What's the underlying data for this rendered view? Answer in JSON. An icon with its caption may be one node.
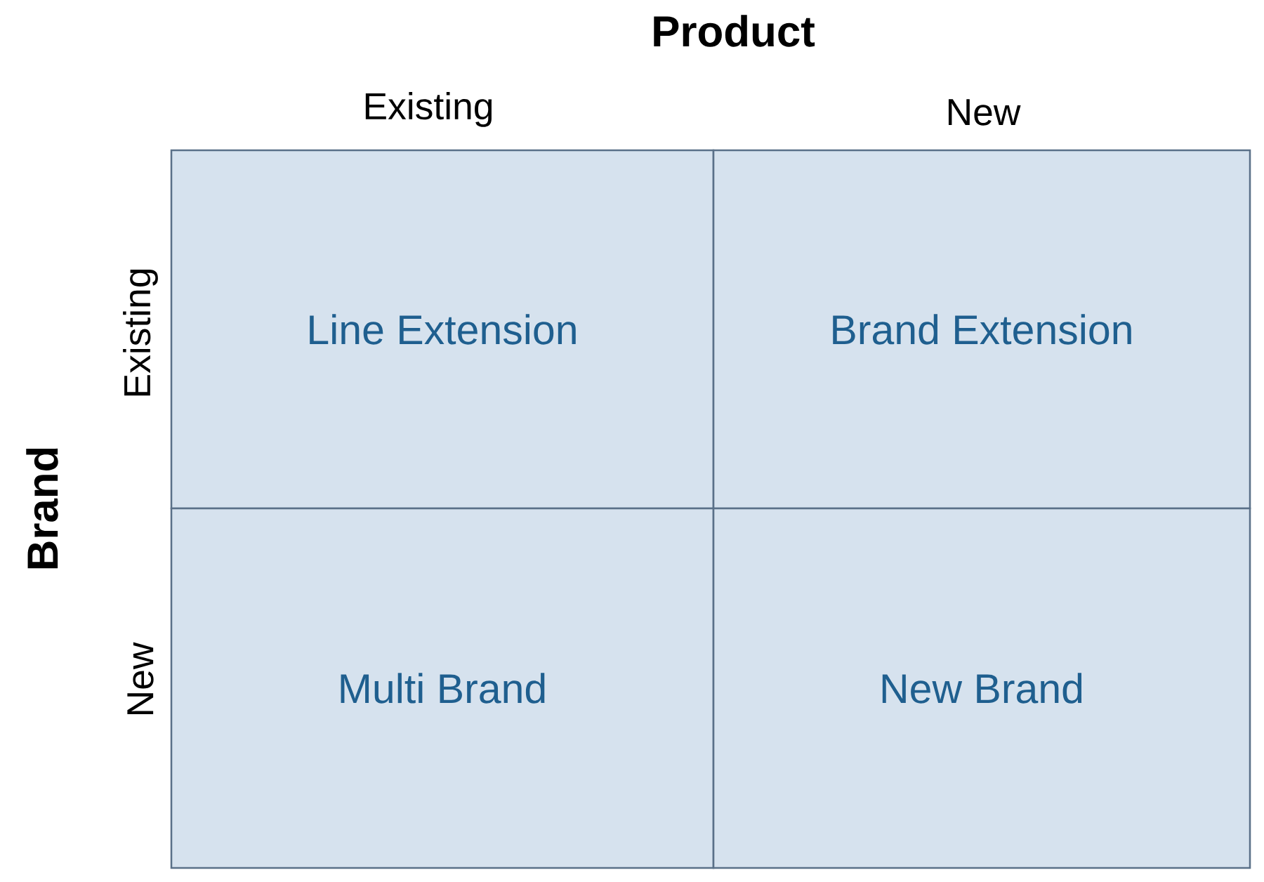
{
  "diagram": {
    "nodes": [
      {
        "text": [
          "Line Extension"
        ]
      },
      {
        "text": [
          "Brand Extension"
        ]
      },
      {
        "text": [
          "Multi Brand"
        ]
      },
      {
        "text": [
          "New Brand"
        ]
      }
    ],
    "labels": [
      "Product",
      "Existing",
      "New",
      "Brand",
      "Existing",
      "New"
    ]
  }
}
